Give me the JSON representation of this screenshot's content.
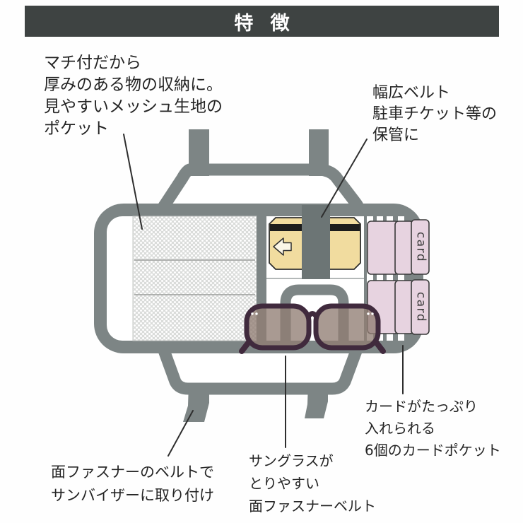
{
  "header": {
    "title": "特徴"
  },
  "annotations": {
    "mesh_pocket": "マチ付だから\n厚みのある物の収納に。\n見やすいメッシュ生地の\nポケット",
    "wide_belt": "幅広ベルト\n駐車チケット等の\n保管に",
    "visor_attach": "面ファスナーのベルトで\nサンバイザーに取り付け",
    "sunglasses_belt": "サングラスが\nとりやすい\n面ファスナーベルト",
    "card_pockets": "カードがたっぷり\n入れられる\n6個のカードポケット"
  },
  "diagram": {
    "card_label": "card",
    "card_pocket_count": "6",
    "colors": {
      "header_bg": "#3e4342",
      "header_text": "#ffffff",
      "frame": "#7d8585",
      "belt": "#6c7575",
      "mesh_bg": "#dadcda",
      "ticket": "#f1dc9f",
      "ticket_stripe": "#1c1c1c",
      "card": "#e7d3e0",
      "card_text": "#3c3c3c",
      "sunglasses_frame": "#402a3d",
      "lens": "#917d73",
      "leader": "#2e2e2e"
    }
  }
}
